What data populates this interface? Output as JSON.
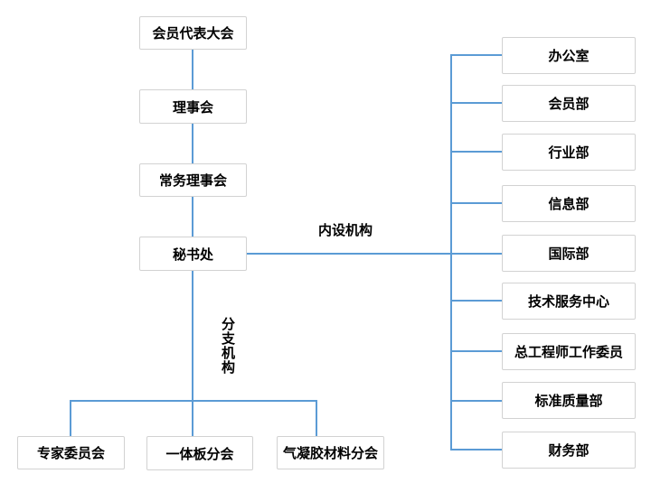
{
  "diagram": {
    "type": "org-chart",
    "colors": {
      "line": "#5b9bd5",
      "box_border": "#d2d2d2",
      "box_fill": "#ffffff",
      "text": "#000000",
      "background": "#ffffff"
    },
    "main_chain": [
      "会员代表大会",
      "理事会",
      "常务理事会",
      "秘书处"
    ],
    "connector_labels": {
      "internal": "内设机构",
      "branch": "分支机构"
    },
    "internal_departments": [
      "办公室",
      "会员部",
      "行业部",
      "信息部",
      "国际部",
      "技术服务中心",
      "总工程师工作委员",
      "标准质量部",
      "财务部"
    ],
    "branches": [
      "专家委员会",
      "一体板分会",
      "气凝胶材料分会"
    ]
  }
}
